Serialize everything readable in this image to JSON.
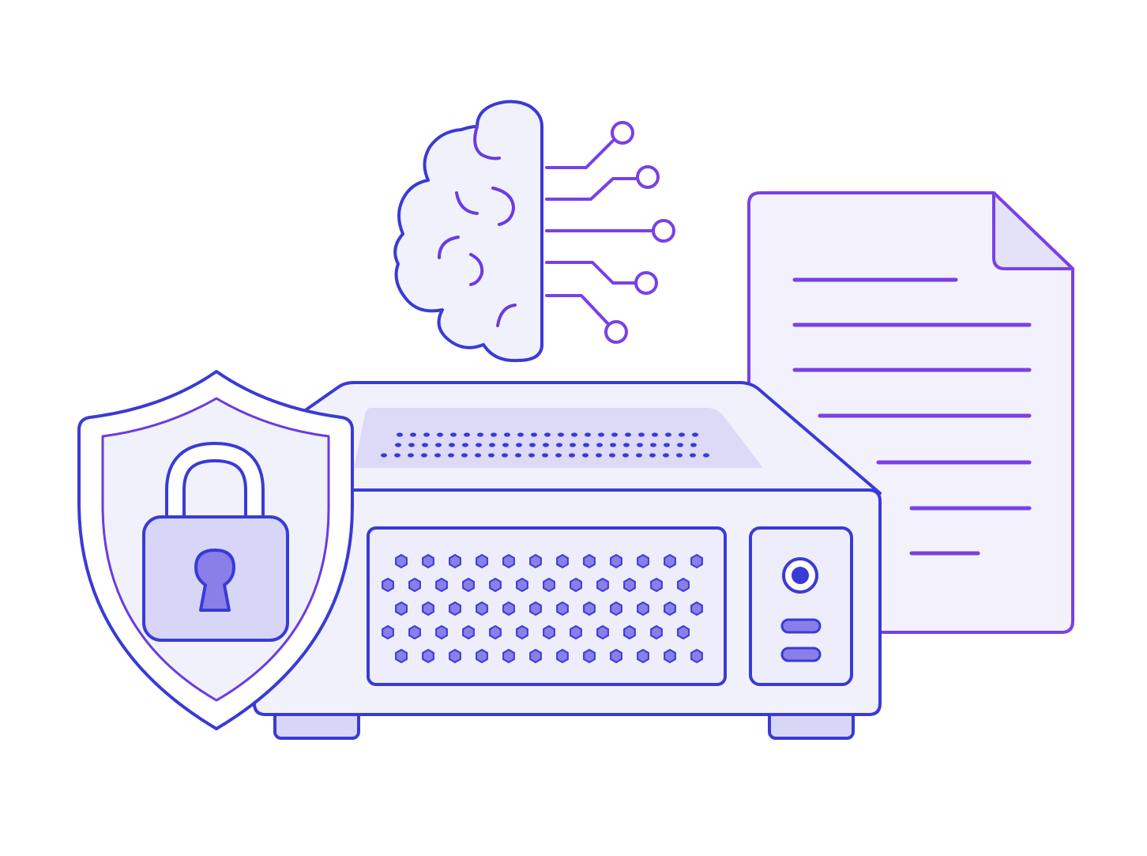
{
  "illustration": {
    "subjects": [
      "brain-icon",
      "document-icon",
      "server-icon",
      "shield-icon",
      "padlock-icon"
    ],
    "colors": {
      "outline_blue": "#3a3ad6",
      "outline_violet": "#7a40e6",
      "fill_light": "#f1f1fb",
      "fill_medium": "#d8d6f6",
      "fill_tint": "#e4e2f8",
      "dot_fill": "#8a7fe8"
    },
    "document_line_count": 7,
    "server_grille": {
      "rows": 5,
      "hex_per_row": 12,
      "top_vent_rows": 3
    },
    "brain_connectors": 5
  }
}
